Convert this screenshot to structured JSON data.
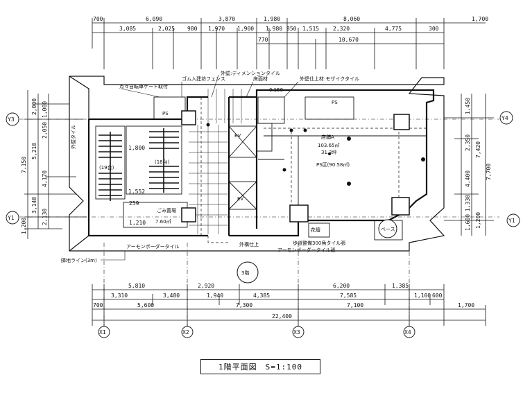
{
  "dims": {
    "top1": [
      "700",
      "6,090",
      "3,870",
      "1,980",
      "8,060",
      "1,700"
    ],
    "top2": [
      "3,085",
      "2,025",
      "980",
      "1,970",
      "1,900",
      "1,980",
      "850",
      "1,515",
      "2,320",
      "4,775",
      "300"
    ],
    "top3": [
      "770",
      "10,670"
    ],
    "bot1": [
      "5,810",
      "2,920",
      "6,200",
      "1,385"
    ],
    "bot2": [
      "3,310",
      "3,480",
      "1,940",
      "4,385",
      "7,585",
      "1,100",
      "600"
    ],
    "bot3": [
      "700",
      "5,600",
      "7,300",
      "7,100",
      "1,700"
    ],
    "bot4": "22,400",
    "left_outer": [
      "7,150",
      "1,200"
    ],
    "left_mid": [
      "2,000",
      "5,210",
      "3,140"
    ],
    "left_inner": [
      "1,000",
      "2,050",
      "4,170",
      "2,130"
    ],
    "right_outer": [
      "7,420",
      "7,700"
    ],
    "right_mid": [
      "1,450",
      "2,350",
      "4,400",
      "1,330",
      "1,600",
      "1,200"
    ]
  },
  "grid_labels": {
    "y3": "Y3",
    "y4": "Y4",
    "y1_left": "Y1",
    "y1_right": "Y1",
    "x1": "X1",
    "x2": "X2",
    "x3": "X3",
    "x4": "X4"
  },
  "rooms": {
    "shop_a": "店舗A",
    "shop_a_area_m2": "103.65㎡",
    "shop_a_area_tsubo": "31.3坪",
    "shop_a_seats": "PS区(90.58㎡)",
    "ps1": "PS",
    "ps2": "PS",
    "ev1": "EV",
    "ev2": "EV",
    "parking": "(19台)",
    "bike": "(18台)",
    "trash": "ごみ置場",
    "trash_area": "7.60㎡",
    "n1800": "1,800",
    "n1552": "1,552",
    "n259": "259",
    "n1210": "1,210",
    "n158": "0.158"
  },
  "notes": {
    "top_a": "点々自転車ケート取付",
    "top_b": "ゴム入建坊フェンス",
    "top_c": "外壁:ディメンションタイル",
    "top_d": "床面材",
    "top_e": "外壁仕上材:モザイクタイル",
    "left_side": "外壁タイル",
    "road_line": "隣地ライン(3m)",
    "bottom_a": "アーモンボーダータイル",
    "bottom_b": "外構仕上",
    "bottom_c": "歩道整備300角タイル張",
    "bottom_d": "アーモンボーダータイル張",
    "bottom_e": "花壇",
    "stamp": "3階",
    "right_stamp": "ベース"
  },
  "title": {
    "floor": "1階平面図",
    "scale": "S=1:100"
  }
}
